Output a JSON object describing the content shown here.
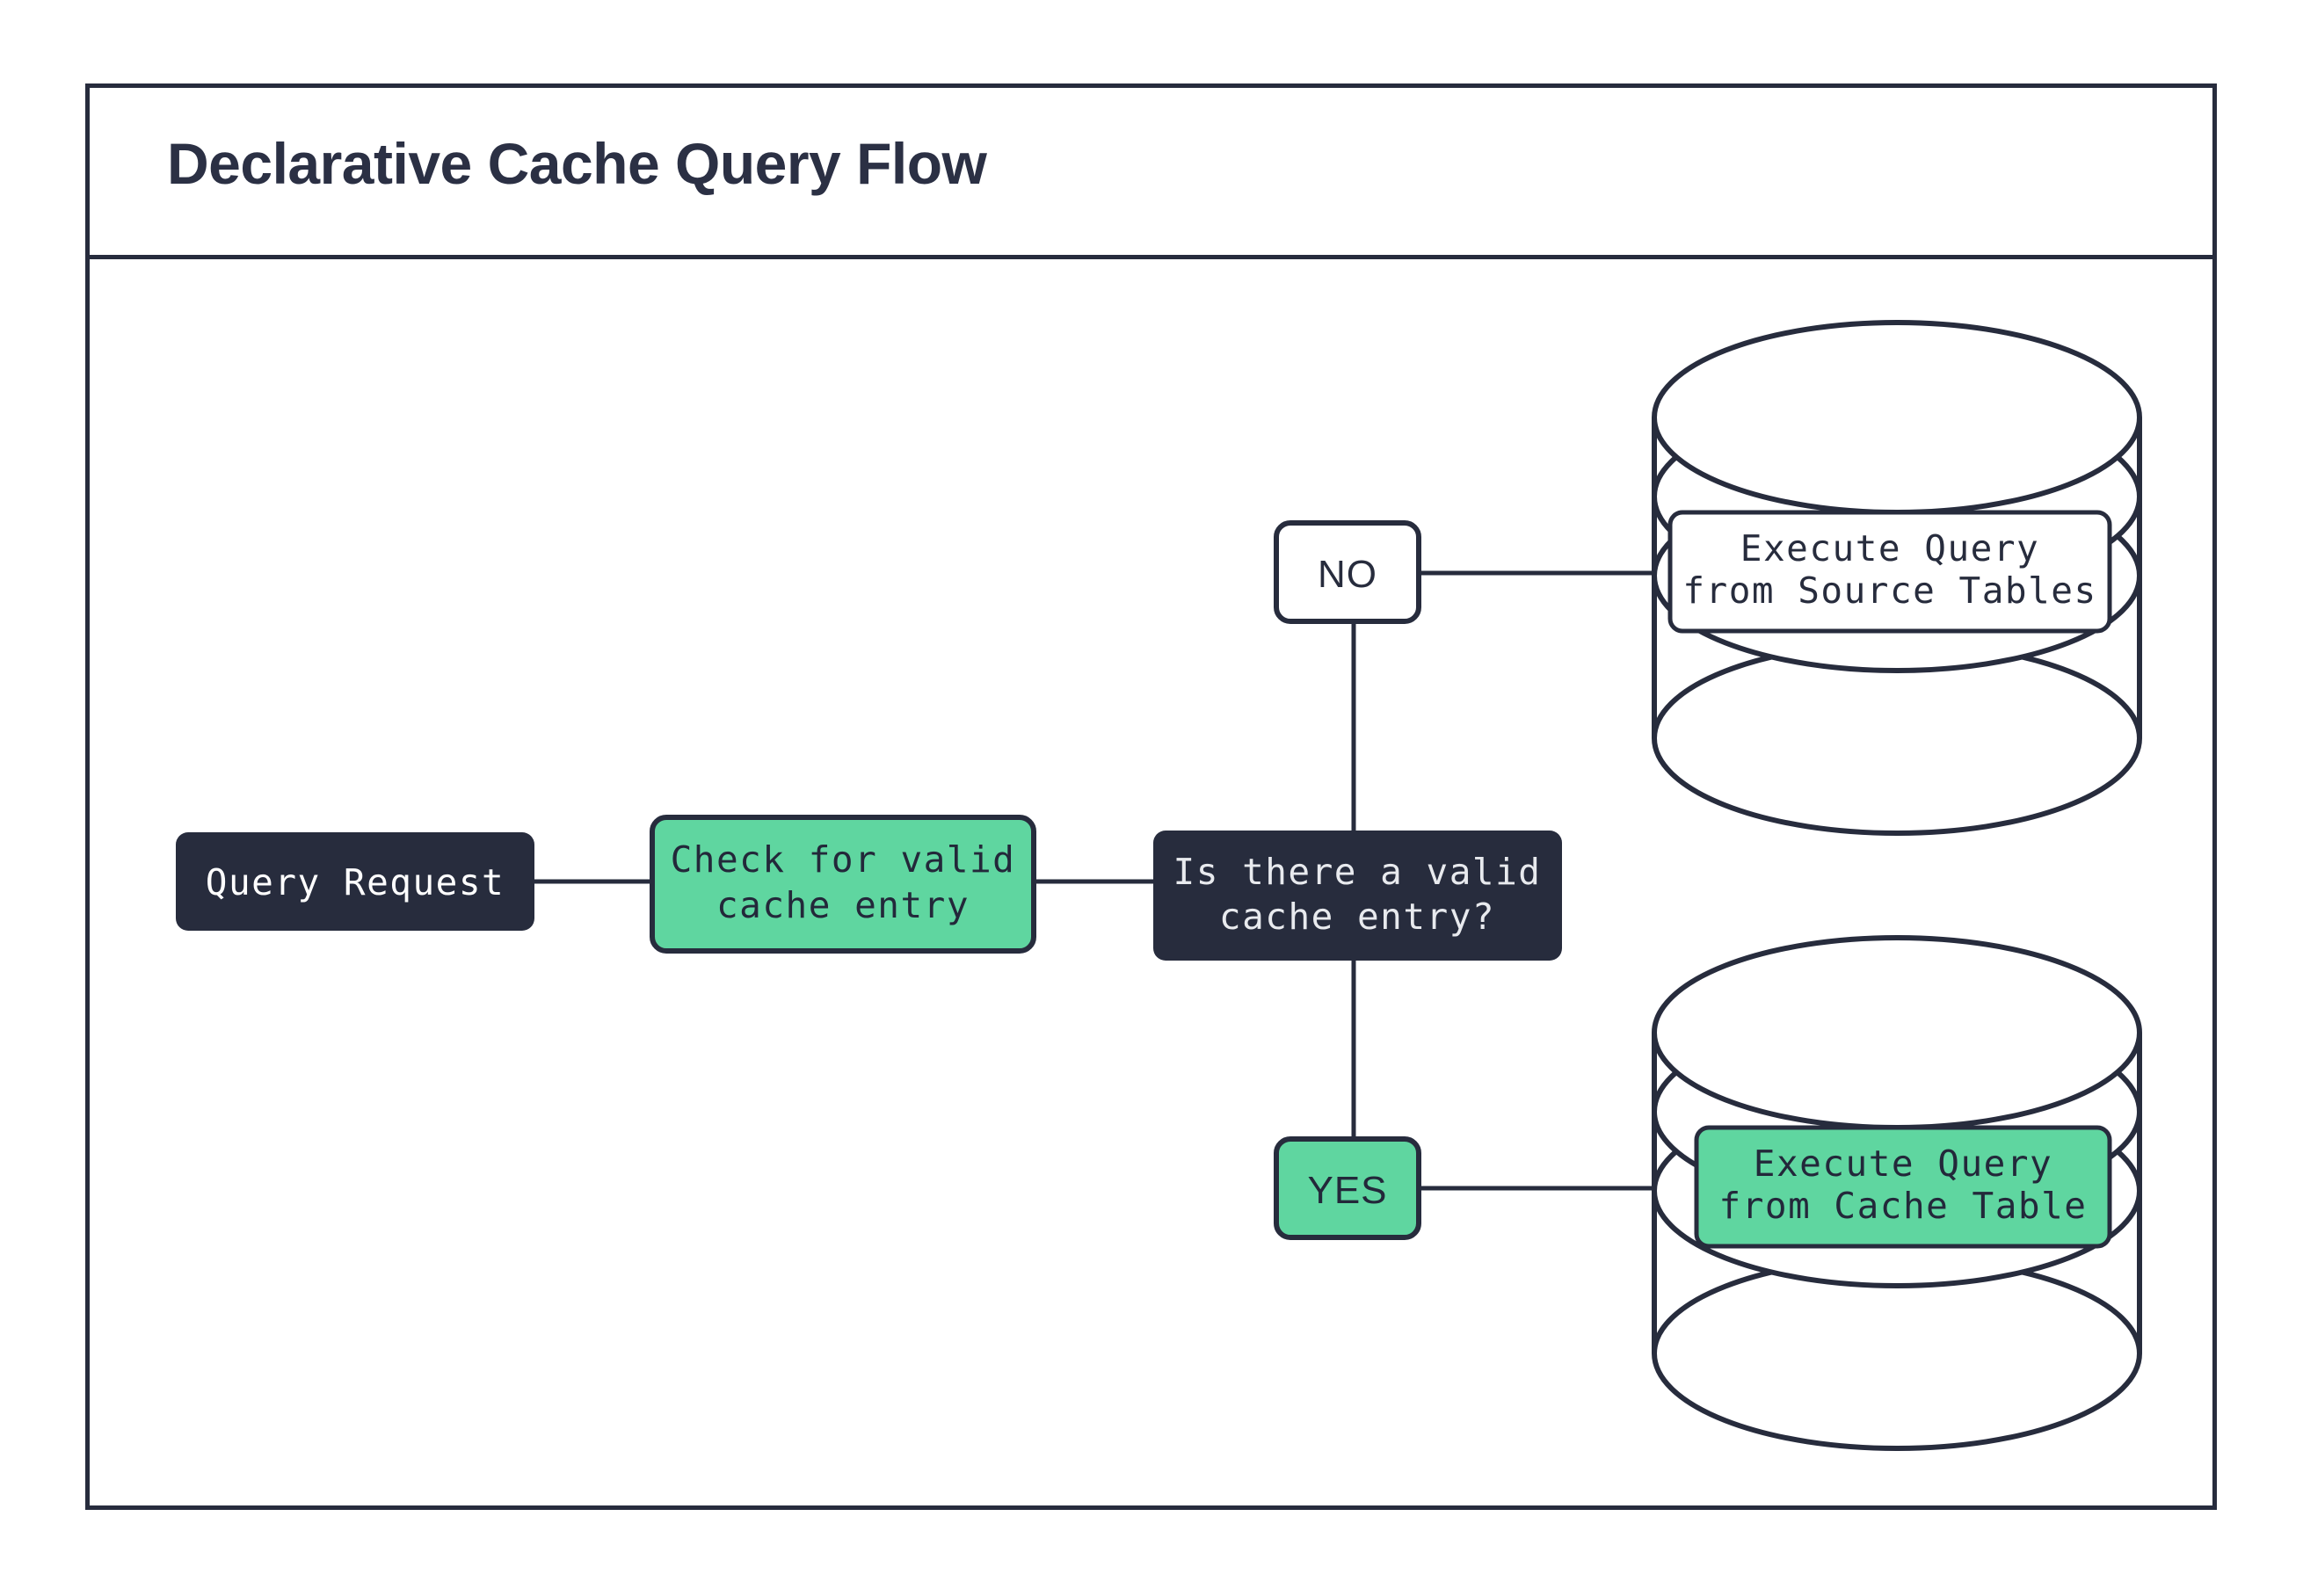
{
  "page": {
    "title": "Declarative Cache Query Flow",
    "background": "#ffffff"
  },
  "colors": {
    "ink": "#272c3d",
    "dark_fill": "#272c3d",
    "dark_text": "#e8eaee",
    "green_fill": "#5fd6a0",
    "green_text": "#23283a",
    "white_fill": "#ffffff",
    "frame_border": "#272c3d"
  },
  "diagram": {
    "type": "flowchart",
    "nodes": [
      {
        "id": "query-request",
        "label": "Query Request",
        "lines": [
          "Query Request"
        ],
        "shape": "rounded-rect",
        "fill": "dark",
        "text_color": "#ffffff"
      },
      {
        "id": "check-cache",
        "label": "Check for valid cache entry",
        "lines": [
          "Check for valid",
          "cache entry"
        ],
        "shape": "rounded-rect",
        "fill": "green",
        "text_color": "#23283a"
      },
      {
        "id": "decision-valid-cache",
        "label": "Is there a valid cache entry?",
        "lines": [
          "Is there a valid",
          "cache entry?"
        ],
        "shape": "rounded-rect",
        "fill": "dark",
        "text_color": "#e8eaee"
      },
      {
        "id": "branch-no",
        "label": "NO",
        "lines": [
          "NO"
        ],
        "shape": "rounded-rect",
        "fill": "white",
        "text_color": "#272c3d"
      },
      {
        "id": "branch-yes",
        "label": "YES",
        "lines": [
          "YES"
        ],
        "shape": "rounded-rect",
        "fill": "green",
        "text_color": "#23283a"
      },
      {
        "id": "source-tables-db",
        "label": "Execute Query from Source Tables",
        "lines": [
          "Execute Query",
          "from Source Tables"
        ],
        "shape": "database-cylinder",
        "fill": "white",
        "text_color": "#272c3d"
      },
      {
        "id": "cache-table-db",
        "label": "Execute Query from Cache Table",
        "lines": [
          "Execute Query",
          "from Cache Table"
        ],
        "shape": "database-cylinder",
        "fill": "green",
        "text_color": "#23283a"
      }
    ],
    "edges": [
      {
        "from": "query-request",
        "to": "check-cache",
        "label": ""
      },
      {
        "from": "check-cache",
        "to": "decision-valid-cache",
        "label": ""
      },
      {
        "from": "decision-valid-cache",
        "to": "branch-no",
        "label": "NO"
      },
      {
        "from": "branch-no",
        "to": "source-tables-db",
        "label": ""
      },
      {
        "from": "decision-valid-cache",
        "to": "branch-yes",
        "label": "YES"
      },
      {
        "from": "branch-yes",
        "to": "cache-table-db",
        "label": ""
      }
    ]
  }
}
